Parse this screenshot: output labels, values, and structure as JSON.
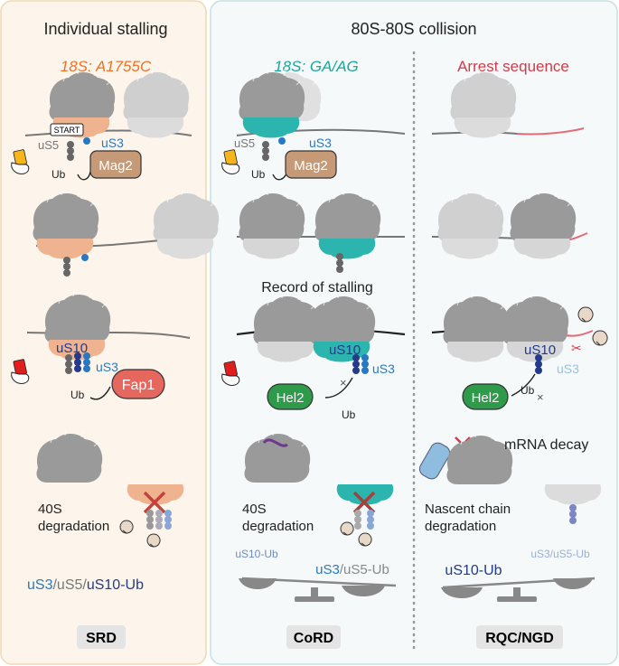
{
  "panels": {
    "left": {
      "title": "Individual stalling",
      "subtitle": "18S: A1755C",
      "start_label": "START",
      "labels": {
        "us5": "uS5",
        "us3": "uS3",
        "ub1": "Ub",
        "mag2": "Mag2",
        "us10": "uS10",
        "us3b": "uS3",
        "ub2": "Ub",
        "fap1": "Fap1",
        "deg1": "40S",
        "deg2": "degradation"
      },
      "ub_line": {
        "a": "uS3",
        "b": "/uS5/",
        "c": "uS10-Ub"
      },
      "badge": "SRD"
    },
    "right": {
      "title": "80S-80S collision",
      "sub_cord": "18S: GA/AG",
      "sub_arrest": "Arrest sequence",
      "record": "Record of stalling",
      "labels": {
        "us5": "uS5",
        "us3": "uS3",
        "ub1": "Ub",
        "mag2": "Mag2",
        "us10": "uS10",
        "us3b": "uS3",
        "hel2": "Hel2",
        "ub2": "Ub",
        "us10b": "uS10",
        "us3c": "uS3",
        "hel2b": "Hel2",
        "ub3": "Ub",
        "mrna": "mRNA decay",
        "deg1": "40S",
        "deg2": "degradation",
        "nas1": "Nascent chain",
        "nas2": "degradation"
      },
      "scale_cord": {
        "left": "uS10-Ub",
        "right_a": "uS3",
        "right_b": "/uS5-Ub"
      },
      "scale_rqc": {
        "left": "uS10-Ub",
        "right": "uS3/uS5-Ub"
      },
      "badge_cord": "CoRD",
      "badge_rqc": "RQC/NGD"
    }
  },
  "colors": {
    "left_bg": "#fdf5eb",
    "left_border": "#f0d9b4",
    "right_bg": "#f5f9f9",
    "right_border": "#c7e0e2",
    "ribosome": "#9a9a9a",
    "ribosome_light": "#d6d6d6",
    "salmon": "#f0b38f",
    "teal": "#2bb5ae",
    "orange_text": "#ef7224",
    "teal_text": "#1aa69e",
    "red_text": "#d23a4a",
    "mag2": "#c69a76",
    "fap1": "#e5675d",
    "hel2": "#2e9a4a",
    "us3_blue": "#2978c2",
    "us10_navy": "#243a8a",
    "us5_grey": "#777777"
  }
}
